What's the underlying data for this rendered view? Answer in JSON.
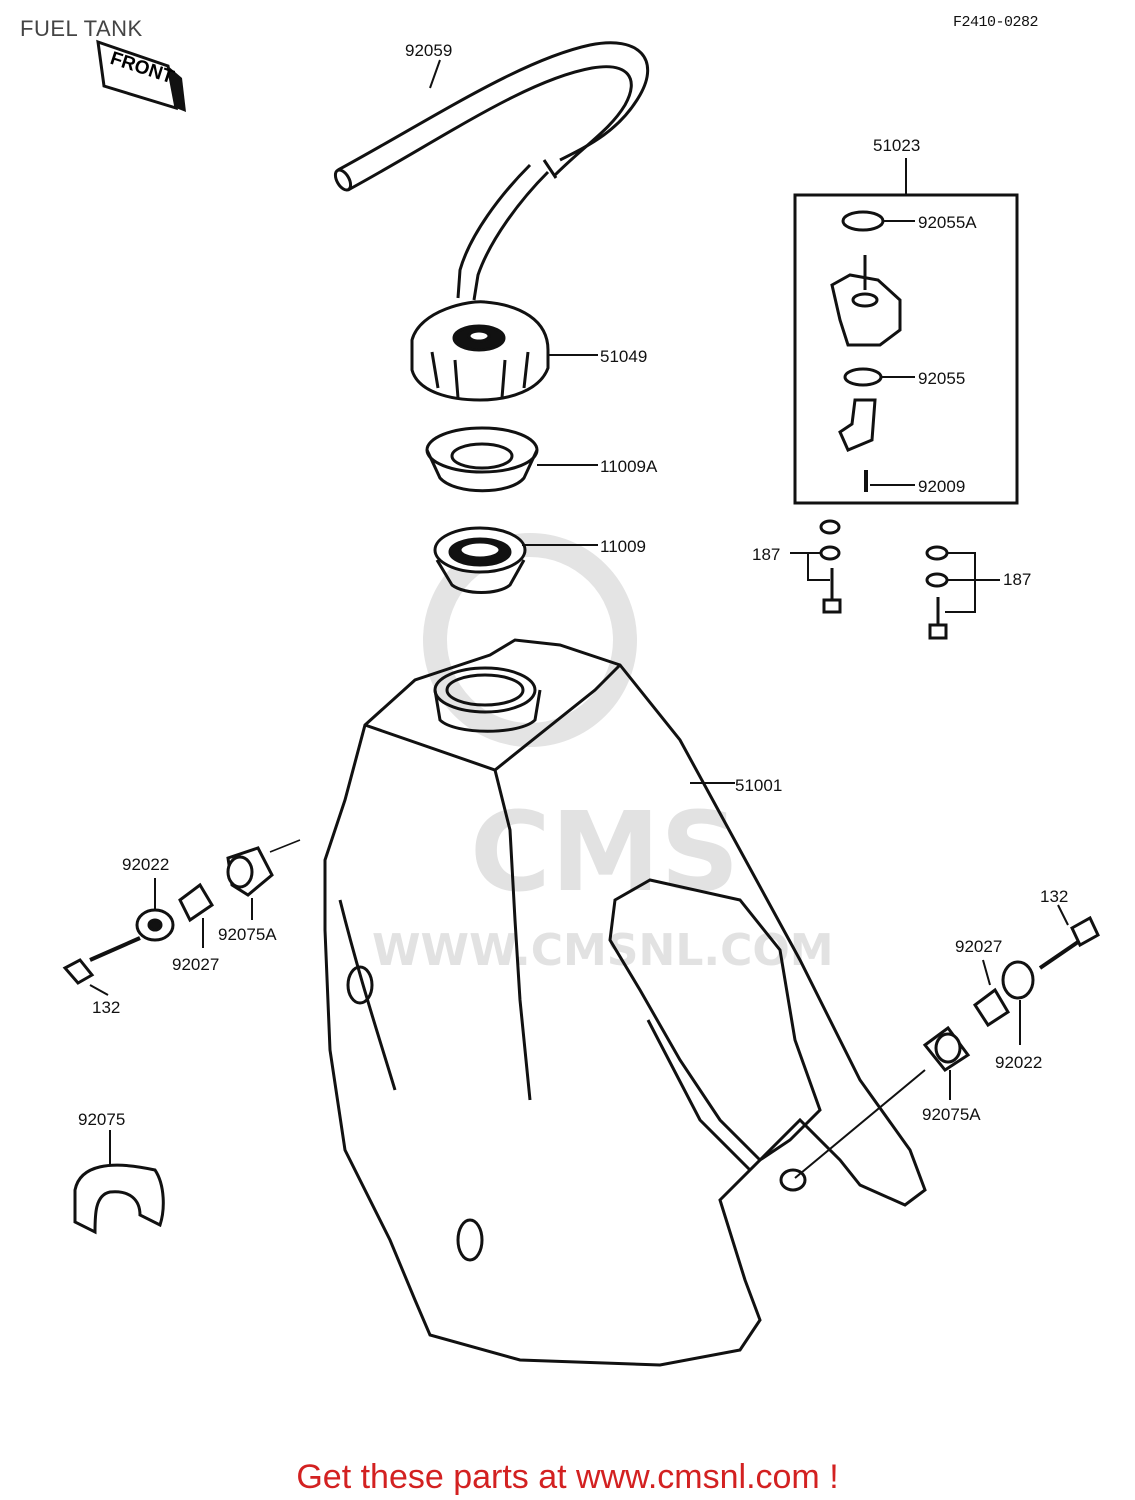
{
  "page": {
    "title": "FUEL TANK",
    "reference_code": "F2410-0282"
  },
  "labels": {
    "front": "FRONT",
    "hose": "92059",
    "fuel_tank": "51001",
    "fuel_cap": "51049",
    "cap_gasket_a": "11009A",
    "cap_gasket": "11009",
    "fuel_cock_assy": "51023",
    "oring_a": "92055A",
    "oring": "92055",
    "cock_screw": "92009",
    "bolt_set_left": "187",
    "bolt_set_right": "187",
    "left_washer": "92022",
    "left_collar": "92027",
    "left_grommet": "92075A",
    "left_bolt": "132",
    "band": "92075",
    "right_bolt": "132",
    "right_collar": "92027",
    "right_washer": "92022",
    "right_grommet": "92075A"
  },
  "watermark": {
    "brand": "CMS",
    "url": "WWW.CMSNL.COM"
  },
  "footer": {
    "text": "Get these parts at www.cmsnl.com !",
    "color": "#d32121"
  }
}
